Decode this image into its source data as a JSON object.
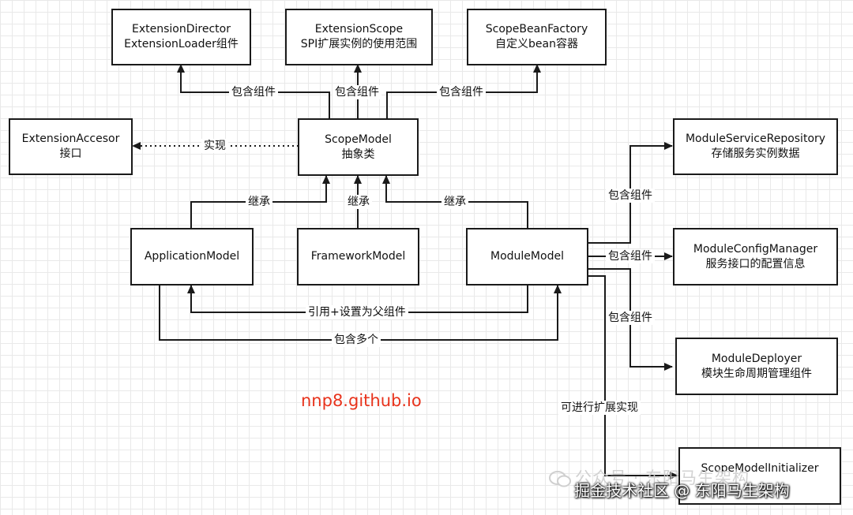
{
  "nodes": {
    "extension_director": [
      "ExtensionDirector",
      "ExtensionLoader组件"
    ],
    "extension_scope": [
      "ExtensionScope",
      "SPI扩展实例的使用范围"
    ],
    "scope_bean_factory": [
      "ScopeBeanFactory",
      "自定义bean容器"
    ],
    "extension_accesor": [
      "ExtensionAccesor",
      "接口"
    ],
    "scope_model": [
      "ScopeModel",
      "抽象类"
    ],
    "module_service_repository": [
      "ModuleServiceRepository",
      "存储服务实例数据"
    ],
    "application_model": [
      "ApplicationModel"
    ],
    "framework_model": [
      "FrameworkModel"
    ],
    "module_model": [
      "ModuleModel"
    ],
    "module_config_manager": [
      "ModuleConfigManager",
      "服务接口的配置信息"
    ],
    "module_deployer": [
      "ModuleDeployer",
      "模块生命周期管理组件"
    ],
    "scope_model_initializer": [
      "ScopeModelInitializer"
    ]
  },
  "edges": {
    "contains_director": "包含组件",
    "contains_scope": "包含组件",
    "contains_bean_factory": "包含组件",
    "implements": "实现",
    "inherit_application": "继承",
    "inherit_framework": "继承",
    "inherit_module": "继承",
    "contains_service_repository": "包含组件",
    "contains_config_manager": "包含组件",
    "contains_deployer": "包含组件",
    "reference_parent": "引用+设置为父组件",
    "contains_many": "包含多个",
    "extensible": "可进行扩展实现"
  },
  "brand_text": "nnp8.github.io",
  "watermark": "公众号 · 东阳马生架构",
  "footer_text": "掘金技术社区 @ 东阳马生架构"
}
